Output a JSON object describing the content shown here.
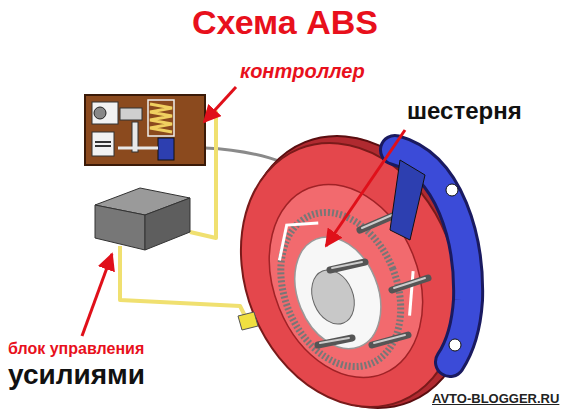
{
  "diagram": {
    "title": "Схема ABS",
    "labels": [
      "контроллер",
      "шестерня",
      "блок управления",
      "усилиями",
      "AVTO-BLOGGER.RU"
    ]
  }
}
